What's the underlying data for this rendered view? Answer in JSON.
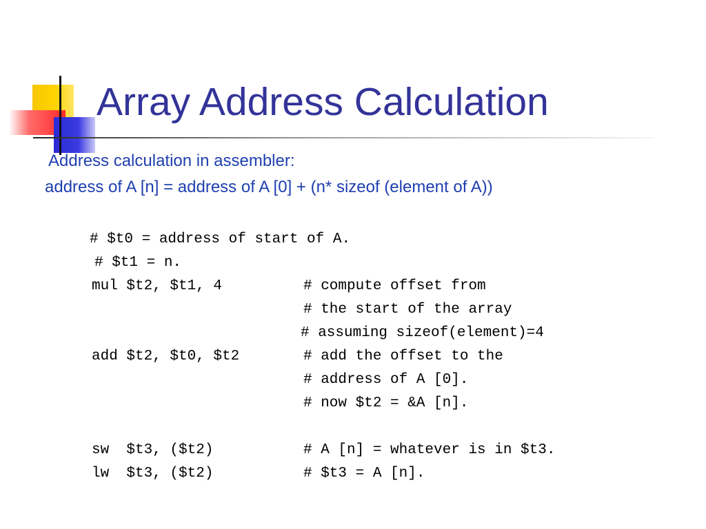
{
  "slide": {
    "title": "Array Address Calculation",
    "subtitle_lines": [
      "Address calculation in assembler:",
      "address of A [n] = address of A [0] +  (n* sizeof (element of A))"
    ],
    "code_lines": [
      "# $t0 = address of start of A.",
      "# $t1 = n.",
      "mul $t2, $t1, 4",
      "# compute offset from",
      "# the start of the array",
      "# assuming sizeof(element)=4",
      "add $t2, $t0, $t2",
      "# add the offset to the",
      "# address of A [0].",
      "# now $t2 = &A [n].",
      "sw  $t3, ($t2)",
      "# A [n] = whatever is in $t3.",
      "lw  $t3, ($t2)",
      "# $t3 = A [n]."
    ]
  },
  "colors": {
    "title": "#333399",
    "subtitle": "#1f3fb0",
    "code": "#000000",
    "accent_yellow": "#ffd400",
    "accent_red": "#ff2a2a",
    "accent_blue": "#2b2bd6"
  }
}
